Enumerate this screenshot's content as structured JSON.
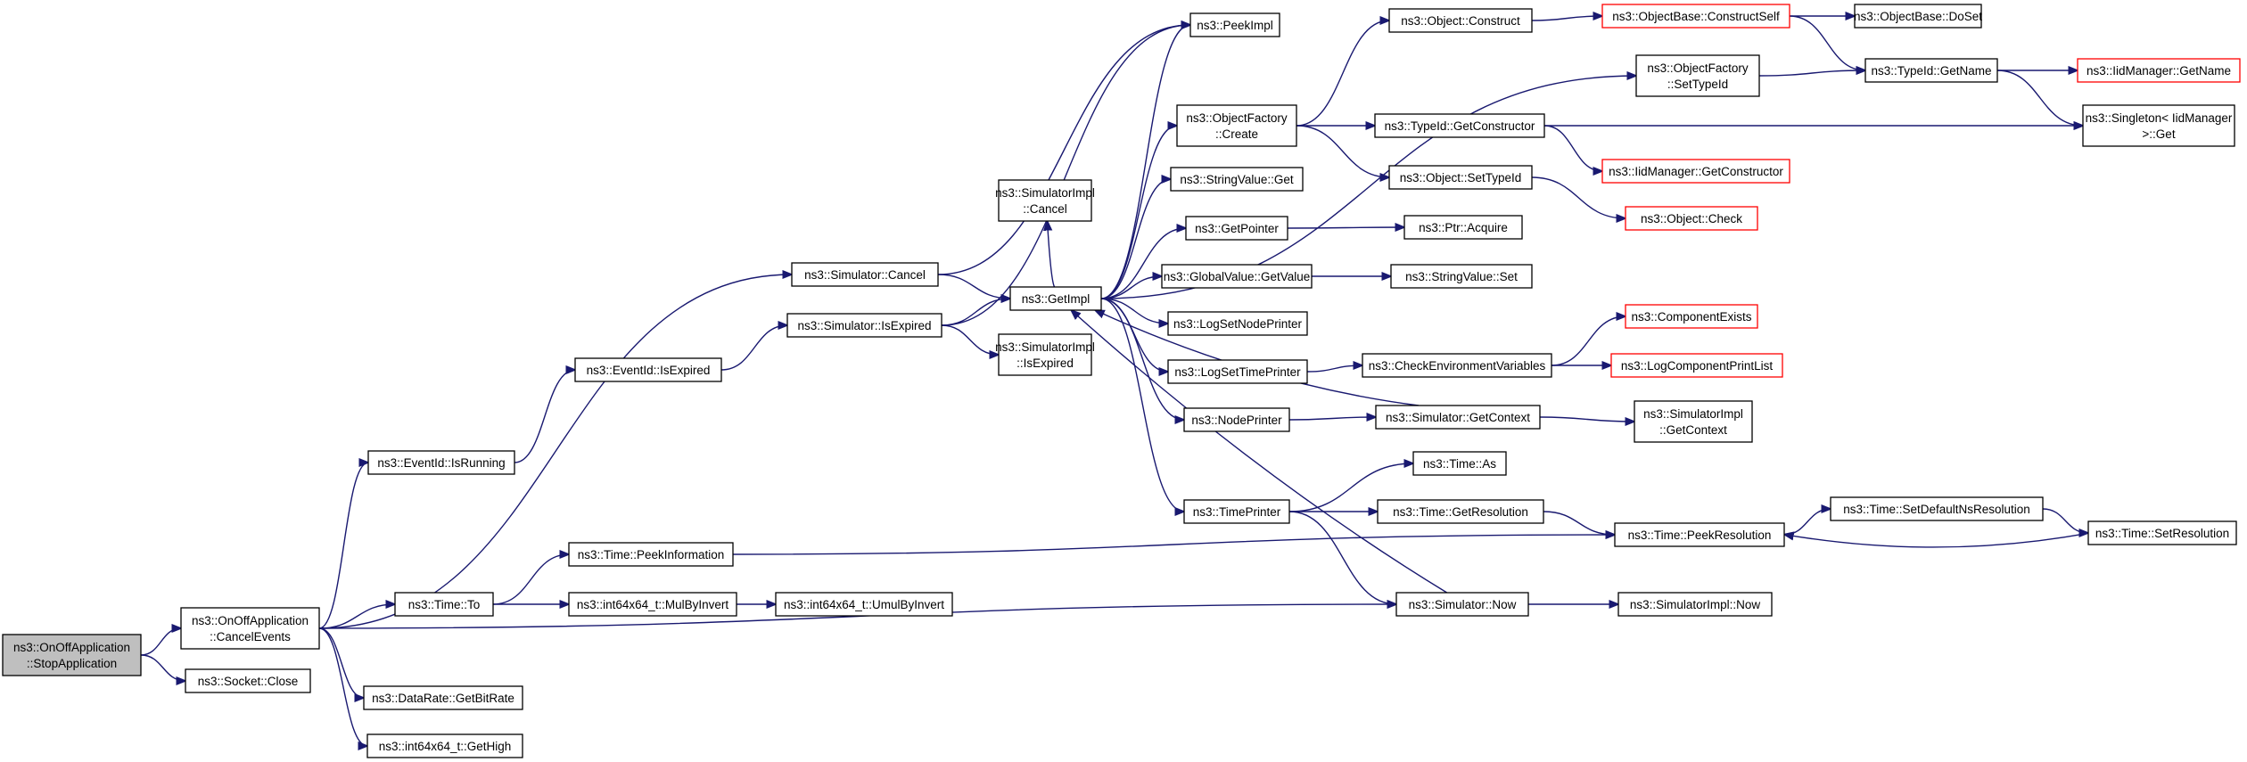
{
  "diagram": {
    "type": "call-graph",
    "colors": {
      "edge": "#191970",
      "node_border": "#000000",
      "truncated_border": "#ff0000",
      "root_fill": "#bfbfbf",
      "node_fill": "#ffffff"
    },
    "nodes": [
      {
        "id": "stopapp",
        "lines": [
          "ns3::OnOffApplication",
          "::StopApplication"
        ],
        "root": true
      },
      {
        "id": "cancelevents",
        "lines": [
          "ns3::OnOffApplication",
          "::CancelEvents"
        ]
      },
      {
        "id": "socketclose",
        "lines": [
          "ns3::Socket::Close"
        ]
      },
      {
        "id": "eventid_isrunning",
        "lines": [
          "ns3::EventId::IsRunning"
        ]
      },
      {
        "id": "eventid_isexpired",
        "lines": [
          "ns3::EventId::IsExpired"
        ]
      },
      {
        "id": "sim_cancel",
        "lines": [
          "ns3::Simulator::Cancel"
        ]
      },
      {
        "id": "sim_isexpired",
        "lines": [
          "ns3::Simulator::IsExpired"
        ]
      },
      {
        "id": "simimpl_cancel",
        "lines": [
          "ns3::SimulatorImpl",
          "::Cancel"
        ]
      },
      {
        "id": "simimpl_isexpired",
        "lines": [
          "ns3::SimulatorImpl",
          "::IsExpired"
        ]
      },
      {
        "id": "getimpl",
        "lines": [
          "ns3::GetImpl"
        ]
      },
      {
        "id": "peekimpl",
        "lines": [
          "ns3::PeekImpl"
        ]
      },
      {
        "id": "of_create",
        "lines": [
          "ns3::ObjectFactory",
          "::Create"
        ]
      },
      {
        "id": "stringvalue_get",
        "lines": [
          "ns3::StringValue::Get"
        ]
      },
      {
        "id": "getpointer",
        "lines": [
          "ns3::GetPointer"
        ]
      },
      {
        "id": "globalvalue_getvalue",
        "lines": [
          "ns3::GlobalValue::GetValue"
        ]
      },
      {
        "id": "logsetnodeprinter",
        "lines": [
          "ns3::LogSetNodePrinter"
        ]
      },
      {
        "id": "logsettimeprinter",
        "lines": [
          "ns3::LogSetTimePrinter"
        ]
      },
      {
        "id": "nodeprinter",
        "lines": [
          "ns3::NodePrinter"
        ]
      },
      {
        "id": "timeprinter",
        "lines": [
          "ns3::TimePrinter"
        ]
      },
      {
        "id": "object_construct",
        "lines": [
          "ns3::Object::Construct"
        ]
      },
      {
        "id": "objectbase_constructself",
        "lines": [
          "ns3::ObjectBase::ConstructSelf"
        ],
        "truncated": true
      },
      {
        "id": "objectbase_doset",
        "lines": [
          "ns3::ObjectBase::DoSet"
        ]
      },
      {
        "id": "of_settypeid",
        "lines": [
          "ns3::ObjectFactory",
          "::SetTypeId"
        ]
      },
      {
        "id": "typeid_getname",
        "lines": [
          "ns3::TypeId::GetName"
        ]
      },
      {
        "id": "iidmanager_getname",
        "lines": [
          "ns3::IidManager::GetName"
        ],
        "truncated": true
      },
      {
        "id": "singleton_get",
        "lines": [
          "ns3::Singleton< IidManager",
          ">::Get"
        ]
      },
      {
        "id": "typeid_getconstructor",
        "lines": [
          "ns3::TypeId::GetConstructor"
        ]
      },
      {
        "id": "iidmanager_getconstructor",
        "lines": [
          "ns3::IidManager::GetConstructor"
        ],
        "truncated": true
      },
      {
        "id": "object_settypeid",
        "lines": [
          "ns3::Object::SetTypeId"
        ]
      },
      {
        "id": "object_check",
        "lines": [
          "ns3::Object::Check"
        ],
        "truncated": true
      },
      {
        "id": "ptr_acquire",
        "lines": [
          "ns3::Ptr::Acquire"
        ]
      },
      {
        "id": "stringvalue_set",
        "lines": [
          "ns3::StringValue::Set"
        ]
      },
      {
        "id": "checkenv",
        "lines": [
          "ns3::CheckEnvironmentVariables"
        ]
      },
      {
        "id": "componentexists",
        "lines": [
          "ns3::ComponentExists"
        ],
        "truncated": true
      },
      {
        "id": "logcomponentprintlist",
        "lines": [
          "ns3::LogComponentPrintList"
        ],
        "truncated": true
      },
      {
        "id": "sim_getcontext",
        "lines": [
          "ns3::Simulator::GetContext"
        ]
      },
      {
        "id": "simimpl_getcontext",
        "lines": [
          "ns3::SimulatorImpl",
          "::GetContext"
        ]
      },
      {
        "id": "time_as",
        "lines": [
          "ns3::Time::As"
        ]
      },
      {
        "id": "time_getresolution",
        "lines": [
          "ns3::Time::GetResolution"
        ]
      },
      {
        "id": "time_peekresolution",
        "lines": [
          "ns3::Time::PeekResolution"
        ]
      },
      {
        "id": "time_setdefaultns",
        "lines": [
          "ns3::Time::SetDefaultNsResolution"
        ]
      },
      {
        "id": "time_setresolution",
        "lines": [
          "ns3::Time::SetResolution"
        ]
      },
      {
        "id": "sim_now",
        "lines": [
          "ns3::Simulator::Now"
        ]
      },
      {
        "id": "simimpl_now",
        "lines": [
          "ns3::SimulatorImpl::Now"
        ]
      },
      {
        "id": "time_to",
        "lines": [
          "ns3::Time::To"
        ]
      },
      {
        "id": "time_peekinfo",
        "lines": [
          "ns3::Time::PeekInformation"
        ]
      },
      {
        "id": "mulbyinvert",
        "lines": [
          "ns3::int64x64_t::MulByInvert"
        ]
      },
      {
        "id": "umulbyinvert",
        "lines": [
          "ns3::int64x64_t::UmulByInvert"
        ]
      },
      {
        "id": "datarate_getbitrate",
        "lines": [
          "ns3::DataRate::GetBitRate"
        ]
      },
      {
        "id": "int64_gethigh",
        "lines": [
          "ns3::int64x64_t::GetHigh"
        ]
      }
    ],
    "edges": [
      [
        "stopapp",
        "cancelevents"
      ],
      [
        "stopapp",
        "socketclose"
      ],
      [
        "cancelevents",
        "eventid_isrunning"
      ],
      [
        "cancelevents",
        "sim_cancel"
      ],
      [
        "cancelevents",
        "time_to"
      ],
      [
        "cancelevents",
        "sim_now"
      ],
      [
        "cancelevents",
        "datarate_getbitrate"
      ],
      [
        "cancelevents",
        "int64_gethigh"
      ],
      [
        "eventid_isrunning",
        "eventid_isexpired"
      ],
      [
        "eventid_isexpired",
        "sim_isexpired"
      ],
      [
        "sim_cancel",
        "peekimpl"
      ],
      [
        "sim_cancel",
        "getimpl"
      ],
      [
        "sim_isexpired",
        "getimpl"
      ],
      [
        "sim_isexpired",
        "simimpl_isexpired"
      ],
      [
        "sim_isexpired",
        "peekimpl"
      ],
      [
        "getimpl",
        "peekimpl"
      ],
      [
        "getimpl",
        "simimpl_cancel"
      ],
      [
        "getimpl",
        "of_create"
      ],
      [
        "getimpl",
        "of_settypeid"
      ],
      [
        "getimpl",
        "stringvalue_get"
      ],
      [
        "getimpl",
        "getpointer"
      ],
      [
        "getimpl",
        "globalvalue_getvalue"
      ],
      [
        "getimpl",
        "logsetnodeprinter"
      ],
      [
        "getimpl",
        "logsettimeprinter"
      ],
      [
        "getimpl",
        "nodeprinter"
      ],
      [
        "getimpl",
        "timeprinter"
      ],
      [
        "of_create",
        "object_construct"
      ],
      [
        "of_create",
        "typeid_getconstructor"
      ],
      [
        "of_create",
        "object_settypeid"
      ],
      [
        "object_construct",
        "objectbase_constructself"
      ],
      [
        "objectbase_constructself",
        "objectbase_doset"
      ],
      [
        "objectbase_constructself",
        "typeid_getname"
      ],
      [
        "of_settypeid",
        "typeid_getname"
      ],
      [
        "typeid_getname",
        "iidmanager_getname"
      ],
      [
        "typeid_getname",
        "singleton_get"
      ],
      [
        "typeid_getconstructor",
        "singleton_get"
      ],
      [
        "typeid_getconstructor",
        "iidmanager_getconstructor"
      ],
      [
        "object_settypeid",
        "object_check"
      ],
      [
        "getpointer",
        "ptr_acquire"
      ],
      [
        "globalvalue_getvalue",
        "stringvalue_set"
      ],
      [
        "logsettimeprinter",
        "checkenv"
      ],
      [
        "checkenv",
        "componentexists"
      ],
      [
        "checkenv",
        "logcomponentprintlist"
      ],
      [
        "nodeprinter",
        "sim_getcontext"
      ],
      [
        "sim_getcontext",
        "getimpl"
      ],
      [
        "sim_getcontext",
        "simimpl_getcontext"
      ],
      [
        "timeprinter",
        "time_as"
      ],
      [
        "timeprinter",
        "time_getresolution"
      ],
      [
        "timeprinter",
        "sim_now"
      ],
      [
        "time_getresolution",
        "time_peekresolution"
      ],
      [
        "time_peekresolution",
        "time_setdefaultns"
      ],
      [
        "time_setdefaultns",
        "time_setresolution"
      ],
      [
        "time_setresolution",
        "time_peekresolution"
      ],
      [
        "sim_now",
        "getimpl"
      ],
      [
        "sim_now",
        "simimpl_now"
      ],
      [
        "time_to",
        "time_peekinfo"
      ],
      [
        "time_to",
        "mulbyinvert"
      ],
      [
        "time_peekinfo",
        "time_peekresolution"
      ],
      [
        "mulbyinvert",
        "umulbyinvert"
      ]
    ]
  }
}
